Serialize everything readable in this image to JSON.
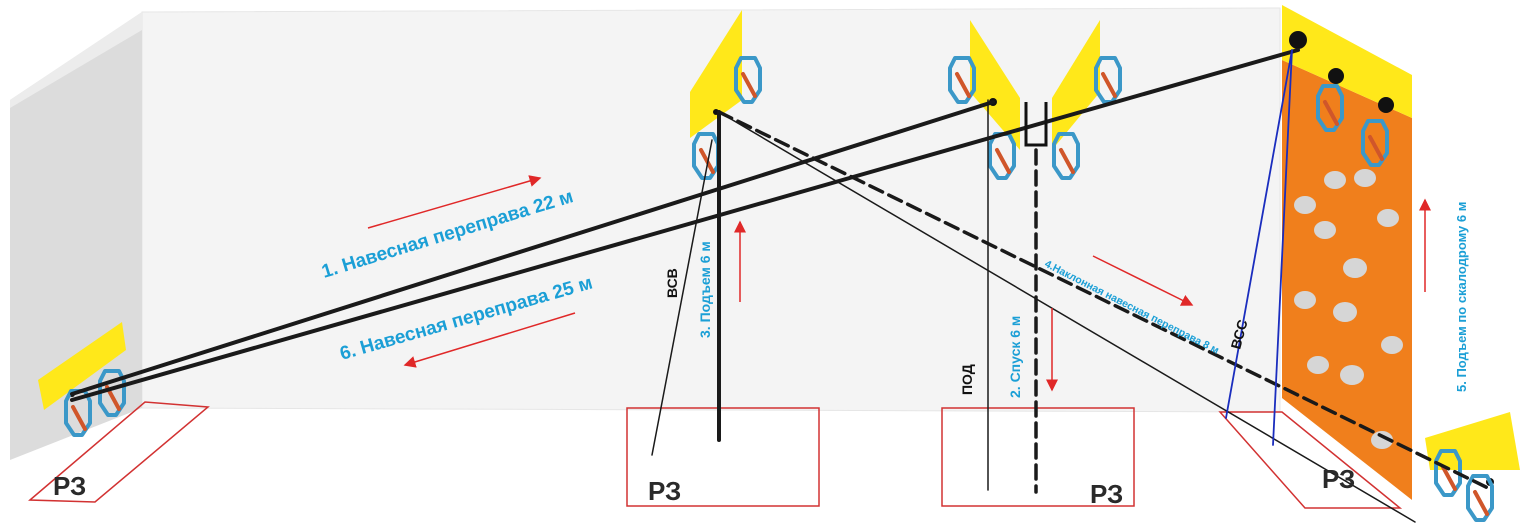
{
  "labels": {
    "traverse1": "1. Навесная переправа 22 м",
    "traverse6": "6. Навесная переправа 25 м",
    "ascent3": "3. Подъем 6 м",
    "descent2": "2. Спуск 6 м",
    "inclined4": "4.Наклонная навесная переправа 8 м",
    "climbwall5": "5. Подъем по скалодрому 6 м",
    "rope_vsv": "ВСВ",
    "rope_pod": "ПОД",
    "rope_vss": "ВСС"
  },
  "zones": {
    "left": "РЗ",
    "center": "РЗ",
    "right_mid": "РЗ",
    "right": "РЗ"
  },
  "colors": {
    "wall": "#f4f4f4",
    "left_wall": "#dcdcdc",
    "anchor_plate": "#ffe81a",
    "climbing_wall": "#f07f1c",
    "hold": "#d6d6d6",
    "label_blue": "#1b9fd6",
    "arrow_red": "#e02828",
    "zone_outline": "#d23232",
    "carabiner": "#3b98c8",
    "sling": "#d0562a",
    "backup_rope": "#1a2dbe"
  },
  "icons": [
    "carabiner-icon",
    "anchor-plate-icon",
    "direction-arrow-icon",
    "climbing-hold-icon"
  ]
}
